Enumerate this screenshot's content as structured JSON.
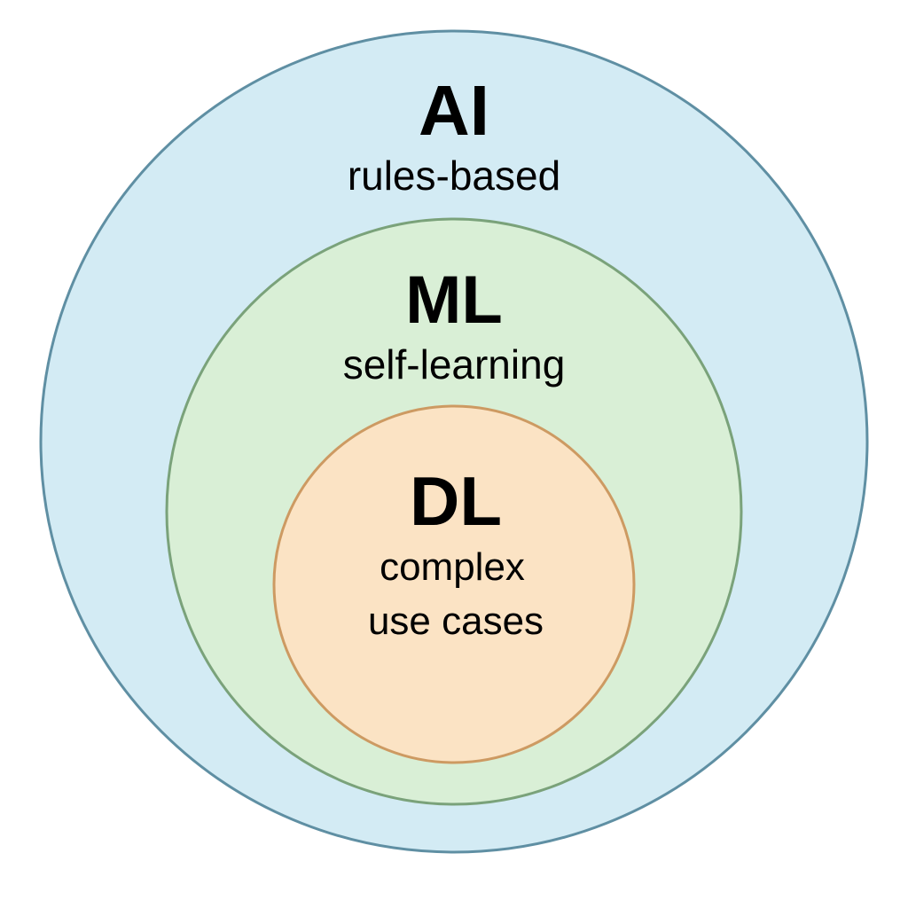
{
  "diagram": {
    "layers": [
      {
        "key": "ai",
        "title": "AI",
        "description": [
          "rules-based"
        ],
        "fill": "#d3ebf4",
        "stroke": "#5f8fa3"
      },
      {
        "key": "ml",
        "title": "ML",
        "description": [
          "self-learning"
        ],
        "fill": "#d9efd6",
        "stroke": "#7aa27a"
      },
      {
        "key": "dl",
        "title": "DL",
        "description": [
          "complex",
          "use cases"
        ],
        "fill": "#fbe3c4",
        "stroke": "#cd9a62"
      }
    ]
  }
}
